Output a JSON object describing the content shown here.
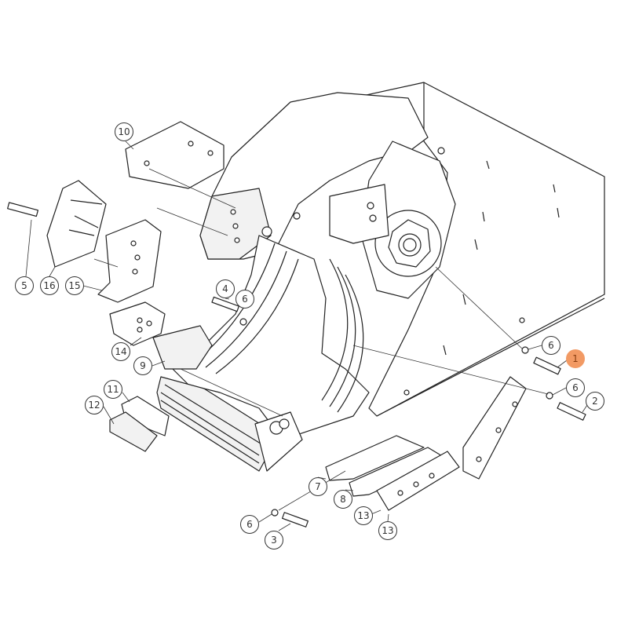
{
  "diagram": {
    "highlight_color": "#f29a64",
    "callouts": [
      {
        "label": "10",
        "highlighted": false
      },
      {
        "label": "5",
        "highlighted": false
      },
      {
        "label": "16",
        "highlighted": false
      },
      {
        "label": "15",
        "highlighted": false
      },
      {
        "label": "4",
        "highlighted": false
      },
      {
        "label": "6",
        "highlighted": false
      },
      {
        "label": "14",
        "highlighted": false
      },
      {
        "label": "9",
        "highlighted": false
      },
      {
        "label": "11",
        "highlighted": false
      },
      {
        "label": "12",
        "highlighted": false
      },
      {
        "label": "6",
        "highlighted": false
      },
      {
        "label": "1",
        "highlighted": true
      },
      {
        "label": "6",
        "highlighted": false
      },
      {
        "label": "2",
        "highlighted": false
      },
      {
        "label": "7",
        "highlighted": false
      },
      {
        "label": "8",
        "highlighted": false
      },
      {
        "label": "13",
        "highlighted": false
      },
      {
        "label": "13",
        "highlighted": false
      },
      {
        "label": "6",
        "highlighted": false
      },
      {
        "label": "3",
        "highlighted": false
      }
    ]
  }
}
